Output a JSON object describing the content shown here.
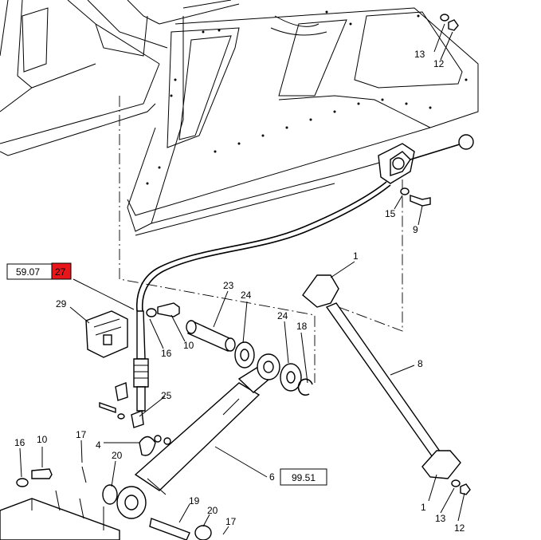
{
  "callouts": [
    {
      "id": "c1",
      "text": "13"
    },
    {
      "id": "c2",
      "text": "12"
    },
    {
      "id": "c3",
      "text": "15"
    },
    {
      "id": "c4",
      "text": "9"
    },
    {
      "id": "c5",
      "text": "1"
    },
    {
      "id": "c6",
      "text": "23"
    },
    {
      "id": "c7",
      "text": "24"
    },
    {
      "id": "c8",
      "text": "24"
    },
    {
      "id": "c9",
      "text": "18"
    },
    {
      "id": "c10",
      "text": "8"
    },
    {
      "id": "c11",
      "text": "29"
    },
    {
      "id": "c12",
      "text": "16"
    },
    {
      "id": "c13",
      "text": "10"
    },
    {
      "id": "c14",
      "text": "25"
    },
    {
      "id": "c15",
      "text": "17"
    },
    {
      "id": "c16",
      "text": "16"
    },
    {
      "id": "c17",
      "text": "10"
    },
    {
      "id": "c18",
      "text": "4"
    },
    {
      "id": "c19",
      "text": "20"
    },
    {
      "id": "c20",
      "text": "6"
    },
    {
      "id": "c21",
      "text": "19"
    },
    {
      "id": "c22",
      "text": "20"
    },
    {
      "id": "c23",
      "text": "17"
    },
    {
      "id": "c24",
      "text": "1"
    },
    {
      "id": "c25",
      "text": "13"
    },
    {
      "id": "c26",
      "text": "12"
    }
  ],
  "reference_boxes": [
    {
      "id": "r1",
      "text": "59.07"
    },
    {
      "id": "r2",
      "text": "27",
      "color": "#e8151b"
    },
    {
      "id": "r3",
      "text": "99.51"
    }
  ]
}
